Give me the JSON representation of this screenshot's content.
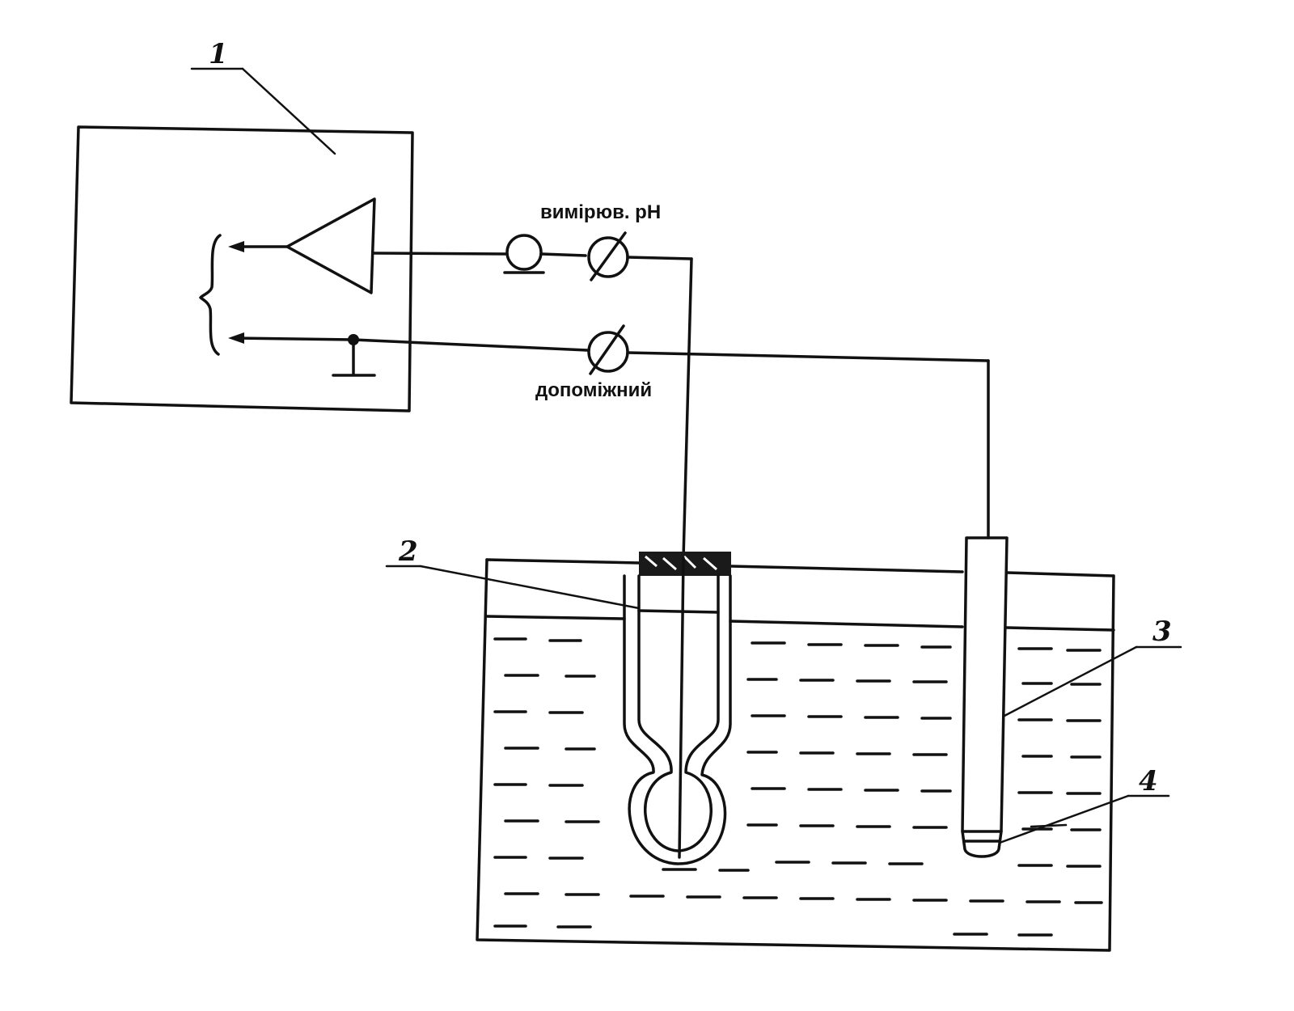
{
  "labels": {
    "meter_number": "1",
    "glass_electrode_number": "2",
    "reference_electrode_number": "3",
    "junction_number": "4",
    "measuring_terminal": "вимірюв. pH",
    "auxiliary_terminal": "допоміжний"
  }
}
